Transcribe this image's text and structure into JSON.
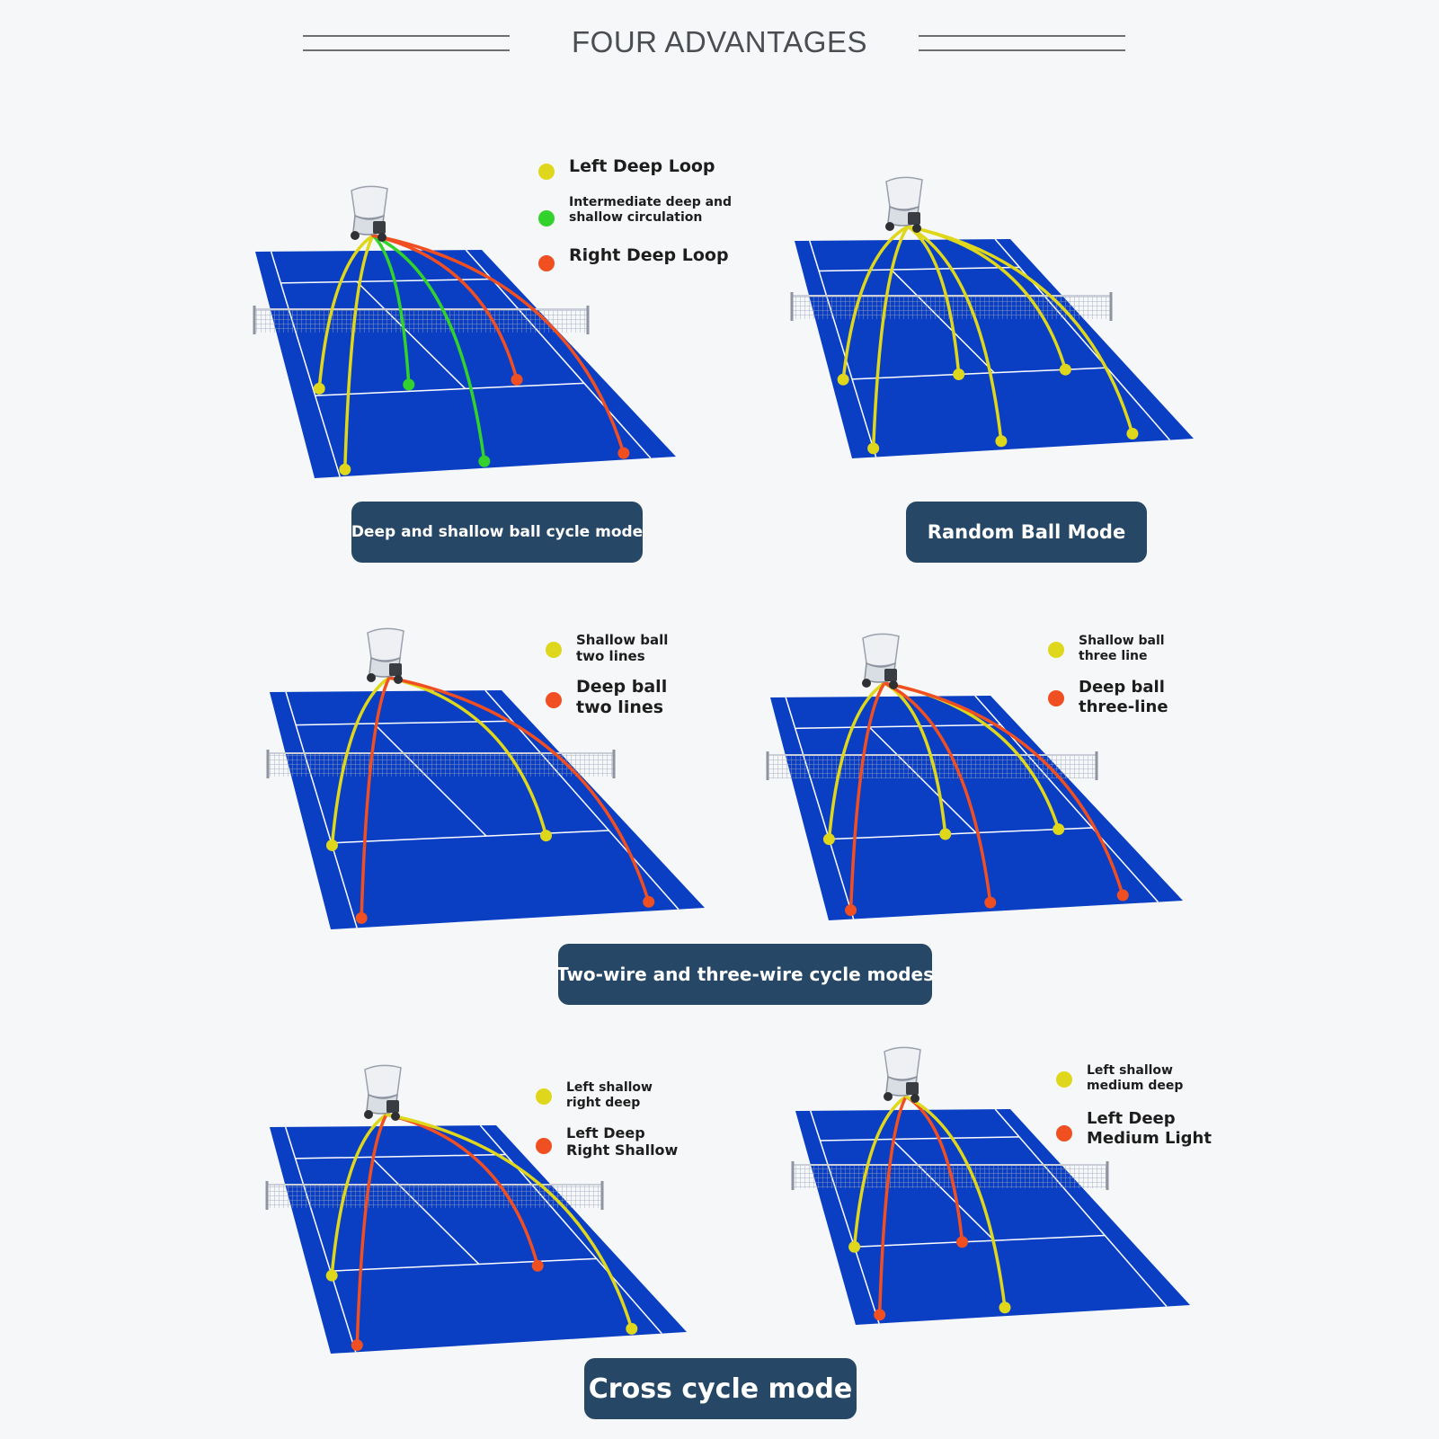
{
  "page": {
    "title": "FOUR ADVANTAGES"
  },
  "colors": {
    "court": "#0a3fc4",
    "court_line": "#ffffff",
    "net": "#b4bccd",
    "yellow": "#dfd71c",
    "green": "#33d12c",
    "orange": "#f04f22",
    "badge_bg": "#264766"
  },
  "panels": [
    {
      "legend": [
        {
          "color": "yellow",
          "label": "Left Deep Loop"
        },
        {
          "color": "green",
          "label": "Intermediate deep and\nshallow circulation"
        },
        {
          "color": "orange",
          "label": "Right Deep Loop"
        }
      ]
    },
    {
      "legend": []
    },
    {
      "legend": [
        {
          "color": "yellow",
          "label": "Shallow ball\ntwo lines"
        },
        {
          "color": "orange",
          "label": "Deep ball\ntwo lines"
        }
      ]
    },
    {
      "legend": [
        {
          "color": "yellow",
          "label": "Shallow ball\nthree line"
        },
        {
          "color": "orange",
          "label": "Deep ball\nthree-line"
        }
      ]
    },
    {
      "legend": [
        {
          "color": "yellow",
          "label": "Left shallow\nright deep"
        },
        {
          "color": "orange",
          "label": "Left Deep\nRight Shallow"
        }
      ]
    },
    {
      "legend": [
        {
          "color": "yellow",
          "label": "Left shallow\nmedium deep"
        },
        {
          "color": "orange",
          "label": "Left Deep\nMedium Light"
        }
      ]
    }
  ],
  "modes": [
    {
      "label": "Deep and shallow ball cycle mode"
    },
    {
      "label": "Random Ball Mode"
    },
    {
      "label": "Two-wire and three-wire cycle modes"
    },
    {
      "label": "Cross cycle mode"
    }
  ]
}
